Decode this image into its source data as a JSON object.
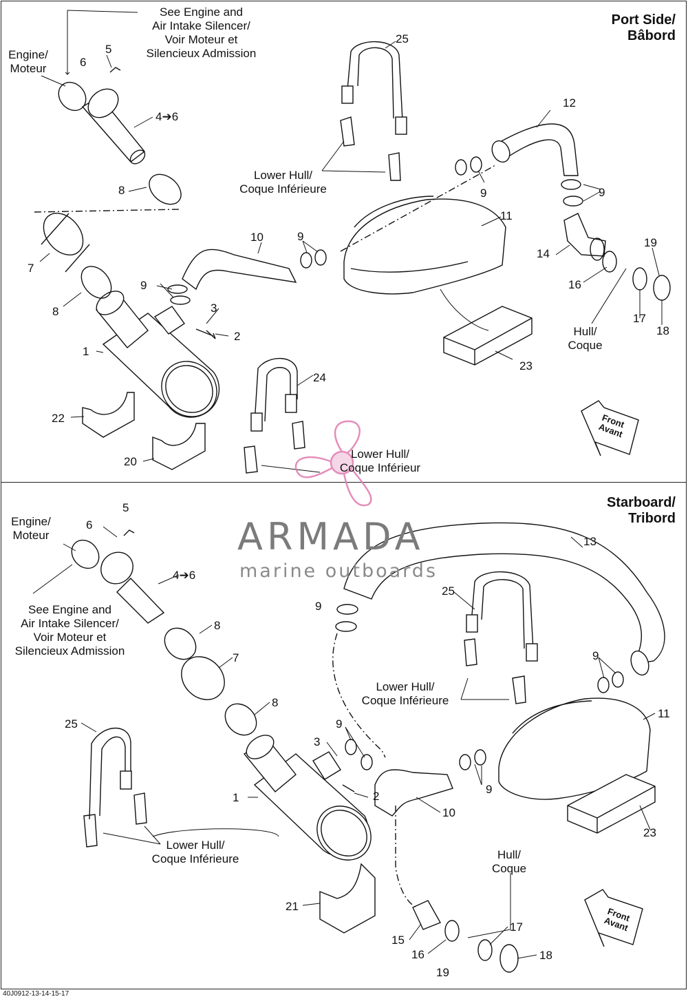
{
  "port_panel": {
    "title_line1": "Port Side/",
    "title_line2": "Bâbord",
    "see_engine": [
      "See Engine and",
      "Air Intake Silencer/",
      "Voir Moteur et",
      "Silencieux Admission"
    ],
    "engine": [
      "Engine/",
      "Moteur"
    ],
    "lower_hull_1": [
      "Lower Hull/",
      "Coque Inférieure"
    ],
    "lower_hull_2": [
      "Lower Hull/",
      "Coque Inférieur"
    ],
    "hull": [
      "Hull/",
      "Coque"
    ],
    "front": [
      "Front",
      "Avant"
    ],
    "callouts": [
      "25",
      "5",
      "6",
      "4➔6",
      "12",
      "8",
      "9",
      "9",
      "11",
      "10",
      "9",
      "7",
      "14",
      "19",
      "16",
      "9",
      "3",
      "8",
      "2",
      "17",
      "18",
      "1",
      "23",
      "24",
      "22",
      "20"
    ]
  },
  "starboard_panel": {
    "title_line1": "Starboard/",
    "title_line2": "Tribord",
    "see_engine": [
      "See Engine and",
      "Air Intake Silencer/",
      "Voir Moteur et",
      "Silencieux Admission"
    ],
    "engine": [
      "Engine/",
      "Moteur"
    ],
    "lower_hull_1": [
      "Lower Hull/",
      "Coque Inférieure"
    ],
    "lower_hull_2": [
      "Lower Hull/",
      "Coque Inférieure"
    ],
    "hull": [
      "Hull/",
      "Coque"
    ],
    "front": [
      "Front",
      "Avant"
    ],
    "callouts": [
      "5",
      "6",
      "13",
      "4➔6",
      "25",
      "8",
      "9",
      "7",
      "9",
      "8",
      "11",
      "25",
      "9",
      "3",
      "9",
      "1",
      "2",
      "10",
      "23",
      "21",
      "17",
      "15",
      "16",
      "18",
      "19"
    ]
  },
  "watermark": {
    "brand": "ARMADA",
    "tagline": "marine outboards"
  },
  "footer": {
    "code": "40J0912-13-14-15-17"
  },
  "colors": {
    "line": "#111111",
    "watermark_pink": "#e07ab0",
    "watermark_gray": "#7b7b7b"
  }
}
